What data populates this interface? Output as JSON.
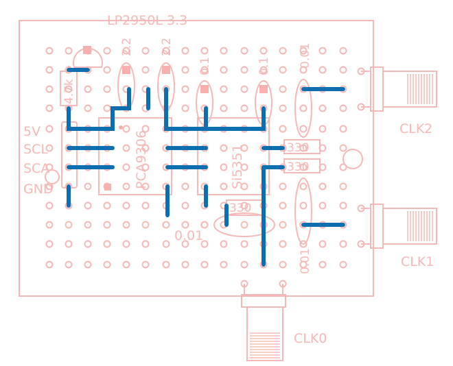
{
  "labels": {
    "regulator": "LP2950L 3.3",
    "pull_up": "4.7k",
    "cap_a": "2.2",
    "cap_b": "2.2",
    "cap_c": "0.1",
    "cap_d": "0.1",
    "cap_e": "0.01",
    "cap_f": "0.01",
    "cap_g": "0.01",
    "res_a": "330",
    "res_b": "330",
    "res_c": "330",
    "ic_buffer": "PCA9306",
    "ic_clock": "Si5351",
    "pin_5v": "5V",
    "pin_scl": "SCL",
    "pin_sca": "SCA",
    "pin_gnd": "GND",
    "clk0": "CLK0",
    "clk1": "CLK1",
    "clk2": "CLK2"
  },
  "colors": {
    "silkscreen": "#f5b8b6",
    "wire": "#0d6fb0"
  }
}
